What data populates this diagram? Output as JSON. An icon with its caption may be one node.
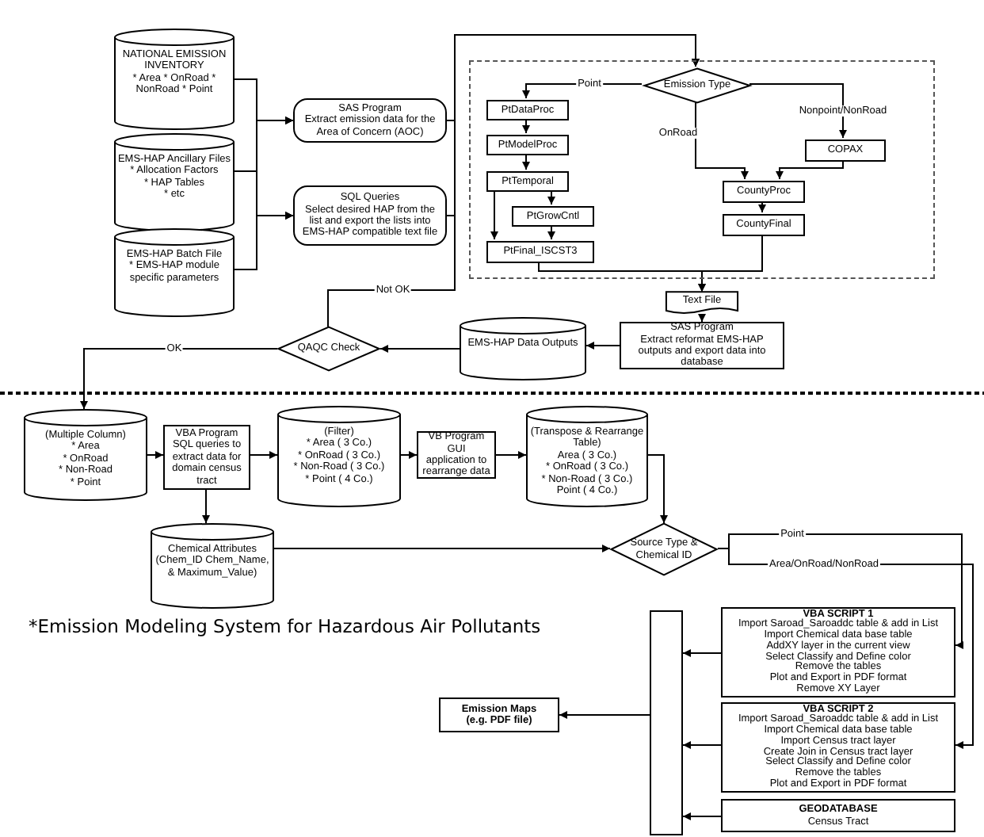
{
  "diagram": {
    "nodes": [
      {
        "text": [
          "NATIONAL EMISSION INVENTORY",
          "* Area * OnRoad * NonRoad * Point"
        ]
      },
      {
        "text": [
          "EMS-HAP Ancillary Files",
          "* Allocation Factors",
          "* HAP Tables",
          "* etc"
        ]
      },
      {
        "text": [
          "EMS-HAP Batch File",
          "* EMS-HAP module specific parameters"
        ]
      },
      {
        "text": [
          "SAS Program",
          "Extract emission data for the Area of Concern (AOC)"
        ]
      },
      {
        "text": [
          "SQL Queries",
          "Select desired HAP from the list and export the lists into EMS-HAP compatible text file"
        ]
      },
      {
        "text": [],
        "shape": "box"
      },
      {
        "text": [
          "Emission Type"
        ],
        "in": 5
      },
      {
        "text": [
          "PtDataProc"
        ],
        "in": 5
      },
      {
        "text": [
          "PtModelProc"
        ],
        "in": 5
      },
      {
        "text": [
          "PtTemporal"
        ],
        "in": 5
      },
      {
        "text": [
          "PtGrowCntl"
        ],
        "in": 5
      },
      {
        "text": [
          "PtFinal_ISCST3"
        ],
        "in": 5
      },
      {
        "text": [
          "COPAX"
        ],
        "in": 5
      },
      {
        "text": [
          "CountyProc"
        ],
        "in": 5
      },
      {
        "text": [
          "CountyFinal"
        ],
        "in": 5
      },
      {
        "text": [
          "Text File"
        ]
      },
      {
        "text": [
          "SAS Program",
          "Extract reformat EMS-HAP outputs and export data into database"
        ]
      },
      {
        "text": [
          "EMS-HAP Data Outputs"
        ]
      },
      {
        "text": [
          "QAQC Check"
        ]
      },
      {
        "text": [
          "(Multiple Column)",
          "* Area",
          "* OnRoad",
          "* Non-Road",
          "* Point"
        ]
      },
      {
        "text": [
          "VBA Program",
          "SQL queries to extract data for domain census tract"
        ]
      },
      {
        "text": [
          "(Filter)",
          "* Area ( 3 Co.)",
          "* OnRoad ( 3 Co.)",
          "* Non-Road ( 3 Co.)",
          "* Point ( 4 Co.)"
        ]
      },
      {
        "text": [
          "VB Program",
          "GUI application to rearrange data"
        ]
      },
      {
        "text": [
          "(Transpose & Rearrange Table)",
          "Area ( 3 Co.)",
          "* OnRoad ( 3 Co.)",
          "* Non-Road ( 3 Co.)",
          "Point ( 4 Co.)"
        ]
      },
      {
        "text": [
          "Chemical Attributes",
          "(Chem_ID Chem_Name, & Maximum_Value)"
        ]
      },
      {
        "text": [
          "Source Type & Chemical ID"
        ]
      },
      {
        "text": [],
        "shape": "bar"
      },
      {
        "text": [
          "VBA SCRIPT 1",
          "Import Saroad_Saroaddc table & add in List",
          "Import Chemical data base table",
          "AddXY layer in the current view",
          "Select Classify and Define color",
          "Remove the tables",
          "Plot and Export in PDF format",
          "Remove XY Layer"
        ]
      },
      {
        "text": [
          "VBA SCRIPT 2",
          "Import Saroad_Saroaddc table & add in List",
          "Import Chemical data base table",
          "Import Census tract layer",
          "Create Join in Census tract layer",
          "Select Classify and Define color",
          "Remove the tables",
          "Plot and Export in PDF format"
        ]
      },
      {
        "text": [
          "GEODATABASE",
          "Census Tract"
        ]
      },
      {
        "text": [
          "Emission Maps",
          "(e.g. PDF file)"
        ]
      }
    ],
    "edges": [
      {
        "from": 0,
        "to": 3,
        "arrow": "to"
      },
      {
        "from": 0,
        "to": 4,
        "arrow": "to"
      },
      {
        "from": 1,
        "to": 3,
        "arrow": "to"
      },
      {
        "from": 1,
        "to": 4,
        "arrow": "to"
      },
      {
        "from": 2,
        "to": 3,
        "arrow": "to"
      },
      {
        "from": 2,
        "to": 4,
        "arrow": "to"
      },
      {
        "from": 3,
        "to": 6,
        "arrow": "to"
      },
      {
        "from": 4,
        "to": 6,
        "arrow": "to"
      },
      {
        "from": 6,
        "to": 7,
        "arrow": "to",
        "label": "Point"
      },
      {
        "from": 6,
        "to": 13,
        "arrow": "to",
        "label": "OnRoad"
      },
      {
        "from": 6,
        "to": 12,
        "arrow": "to",
        "label": "Nonpoint/NonRoad"
      },
      {
        "from": 7,
        "to": 8,
        "arrow": "to"
      },
      {
        "from": 8,
        "to": 9,
        "arrow": "to"
      },
      {
        "from": 9,
        "to": 10,
        "arrow": "to"
      },
      {
        "from": 9,
        "to": 11,
        "arrow": "to"
      },
      {
        "from": 10,
        "to": 11,
        "arrow": "to"
      },
      {
        "from": 12,
        "to": 13,
        "arrow": "to"
      },
      {
        "from": 13,
        "to": 14,
        "arrow": "to"
      },
      {
        "from": 11,
        "to": 15,
        "arrow": "to"
      },
      {
        "from": 14,
        "to": 15,
        "arrow": "to"
      },
      {
        "from": 15,
        "to": 16,
        "arrow": "to"
      },
      {
        "from": 16,
        "to": 17,
        "arrow": "to"
      },
      {
        "from": 17,
        "to": 18,
        "arrow": "to"
      },
      {
        "from": 18,
        "to": 6,
        "arrow": "to",
        "label": "Not OK"
      },
      {
        "from": 18,
        "to": 19,
        "arrow": "to",
        "label": "OK"
      },
      {
        "from": 19,
        "to": 20,
        "arrow": "to"
      },
      {
        "from": 20,
        "to": 21,
        "arrow": "to"
      },
      {
        "from": 20,
        "to": 24,
        "arrow": "to"
      },
      {
        "from": 21,
        "to": 22,
        "arrow": "to"
      },
      {
        "from": 22,
        "to": 23,
        "arrow": "to"
      },
      {
        "from": 23,
        "to": 25,
        "arrow": "to"
      },
      {
        "from": 24,
        "to": 25,
        "arrow": "to"
      },
      {
        "from": 25,
        "to": 27,
        "arrow": "to",
        "label": "Point"
      },
      {
        "from": 25,
        "to": 28,
        "arrow": "to",
        "label": "Area/OnRoad/NonRoad"
      },
      {
        "from": 27,
        "to": 26,
        "arrow": "to"
      },
      {
        "from": 28,
        "to": 26,
        "arrow": "to"
      },
      {
        "from": 29,
        "to": 26,
        "arrow": "to"
      },
      {
        "from": 26,
        "to": 30,
        "arrow": "to"
      }
    ],
    "labels": [
      "*Emission Modeling System for Hazardous Air Pollutants"
    ]
  }
}
